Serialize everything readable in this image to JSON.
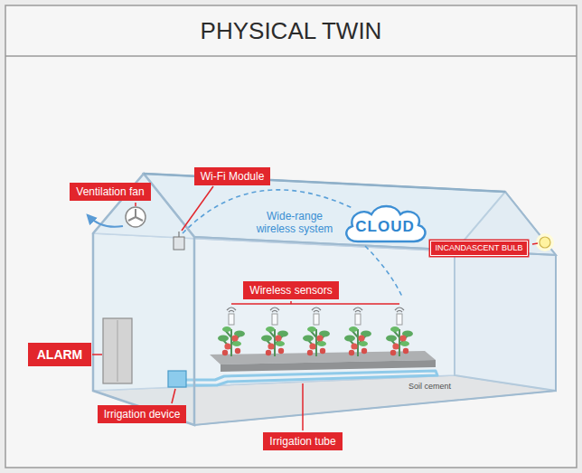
{
  "diagram": {
    "title": "PHYSICAL TWIN",
    "nodes": [
      {
        "text": [
          "Wi-Fi Module"
        ]
      },
      {
        "text": [
          "Ventilation fan"
        ]
      },
      {
        "text": [
          "CLOUD"
        ]
      },
      {
        "text": [
          "INCANDASCENT BULB"
        ]
      },
      {
        "text": [
          "Wireless sensors"
        ]
      },
      {
        "text": [
          "ALARM"
        ]
      },
      {
        "text": [
          "Irrigation device"
        ]
      },
      {
        "text": [
          "Irrigation tube"
        ]
      }
    ],
    "labels": [
      "Wide-range wireless system",
      "Soil cement"
    ]
  }
}
